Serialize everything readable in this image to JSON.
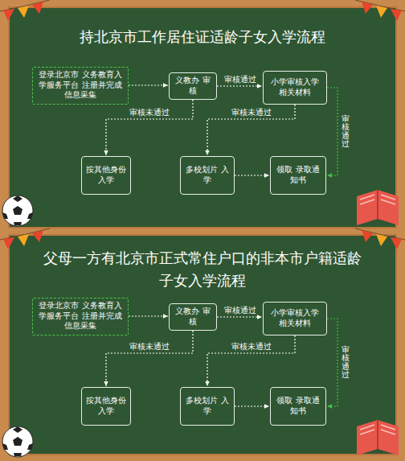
{
  "diagram": {
    "nodes": [
      {
        "text": [
          "持北京市工作居住证适龄子女入学流程"
        ]
      },
      {
        "text": [
          "登录北京市 义务教育入学服务平台 注册并完成信息采集"
        ],
        "in": 0
      },
      {
        "text": [
          "义教办 审核"
        ],
        "in": 0
      },
      {
        "text": [
          "小学审核入学 相关材料"
        ],
        "in": 0
      },
      {
        "text": [
          "按其他身份 入学"
        ],
        "in": 0
      },
      {
        "text": [
          "多校划片 入学"
        ],
        "in": 0
      },
      {
        "text": [
          "领取 录取通知书"
        ],
        "in": 0
      },
      {
        "text": [
          "父母一方有北京市正式常住户口的非本市户籍适龄子女入学流程"
        ]
      },
      {
        "text": [
          "登录北京市 义务教育入学服务平台 注册并完成信息采集"
        ],
        "in": 7
      },
      {
        "text": [
          "义教办 审核"
        ],
        "in": 7
      },
      {
        "text": [
          "小学审核入学 相关材料"
        ],
        "in": 7
      },
      {
        "text": [
          "按其他身份 入学"
        ],
        "in": 7
      },
      {
        "text": [
          "多校划片 入学"
        ],
        "in": 7
      },
      {
        "text": [
          "领取 录取通知书"
        ],
        "in": 7
      }
    ],
    "edges": [
      {
        "from": 1,
        "to": 2,
        "arrow": "to"
      },
      {
        "from": 2,
        "to": 3,
        "label": "审核通过",
        "arrow": "to"
      },
      {
        "from": 3,
        "to": 6,
        "label": "审核通过",
        "arrow": "to"
      },
      {
        "from": 2,
        "to": 4,
        "label": "审核未通过",
        "arrow": "to"
      },
      {
        "from": 3,
        "to": 5,
        "label": "审核未通过",
        "arrow": "to"
      },
      {
        "from": 5,
        "to": 6,
        "arrow": "to"
      },
      {
        "from": 8,
        "to": 9,
        "arrow": "to"
      },
      {
        "from": 9,
        "to": 10,
        "label": "审核通过",
        "arrow": "to"
      },
      {
        "from": 10,
        "to": 13,
        "label": "审核通过",
        "arrow": "to"
      },
      {
        "from": 9,
        "to": 11,
        "label": "审核未通过",
        "arrow": "to"
      },
      {
        "from": 10,
        "to": 12,
        "label": "审核未通过",
        "arrow": "to"
      },
      {
        "from": 12,
        "to": 13,
        "arrow": "to"
      }
    ]
  }
}
